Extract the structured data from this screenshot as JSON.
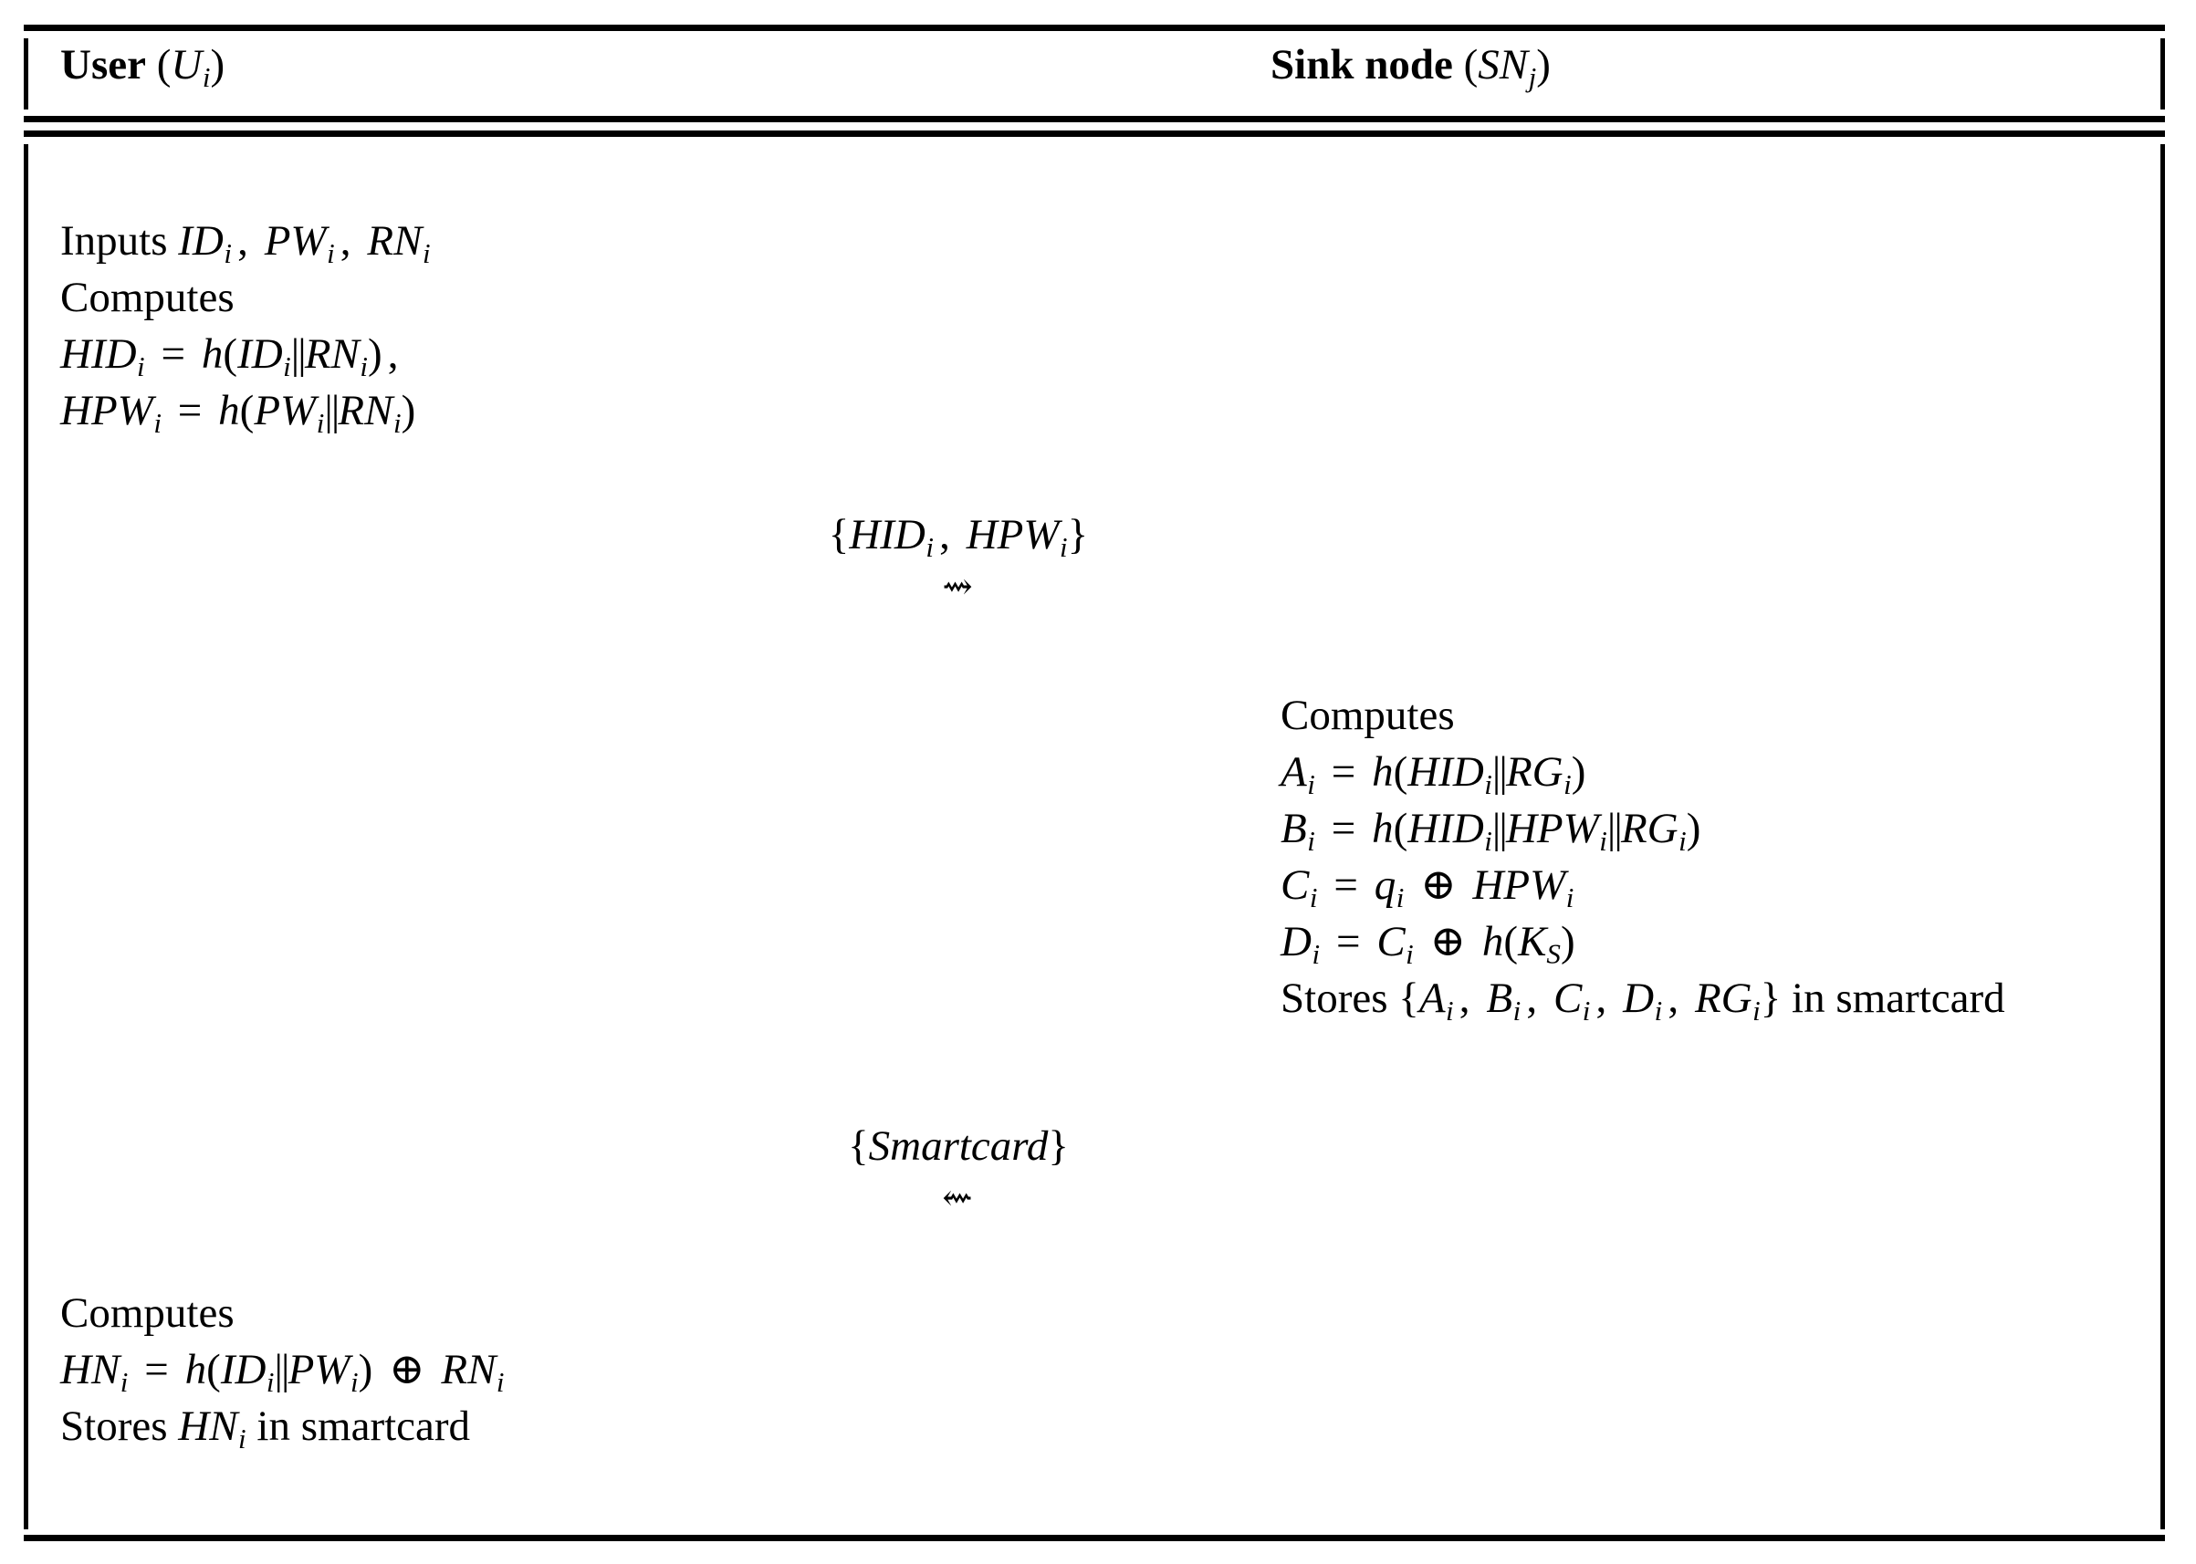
{
  "figure": {
    "type": "protocol-message-sequence",
    "participants": [
      {
        "id": "user",
        "label_plain": "User",
        "symbol": "U_i"
      },
      {
        "id": "sink_node",
        "label_plain": "Sink node",
        "symbol": "SN_j"
      }
    ],
    "header": {
      "left_label": "User",
      "left_symbol_base": "U",
      "left_symbol_sub": "i",
      "right_label": "Sink node",
      "right_symbol_base": "SN",
      "right_symbol_sub": "j"
    },
    "rules": {
      "count": 4,
      "color": "#000000",
      "description": "top rule, double rule under header, bottom rule"
    }
  },
  "user_block_1": {
    "owner": "User (U_i)",
    "lines": [
      "Inputs ID_i, PW_i, RN_i",
      "Computes",
      "HID_i = h(ID_i||RN_i),",
      "HPW_i = h(PW_i||RN_i)"
    ]
  },
  "message_1": {
    "label": "{HID_i, HPW_i}",
    "arrow": "--→",
    "direction": "user-to-sink-node"
  },
  "sink_block_1": {
    "owner": "Sink node (SN_j)",
    "lines": [
      "Computes",
      "A_i = h(HID_i||RG_i)",
      "B_i = h(HID_i||HPW_i||RG_i)",
      "C_i = q_i ⊕ HPW_i",
      "D_i = C_i ⊕ h(K_S)",
      "Stores {A_i, B_i, C_i, D_i, RG_i} in smartcard"
    ]
  },
  "message_2": {
    "label": "{Smartcard}",
    "arrow": "←--",
    "direction": "sink-node-to-user"
  },
  "user_block_2": {
    "owner": "User (U_i)",
    "lines": [
      "Computes",
      "HN_i = h(ID_i||PW_i) ⊕ RN_i",
      "Stores HN_i in smartcard"
    ]
  },
  "colors": {
    "background": "#ffffff",
    "ink": "#000000"
  }
}
